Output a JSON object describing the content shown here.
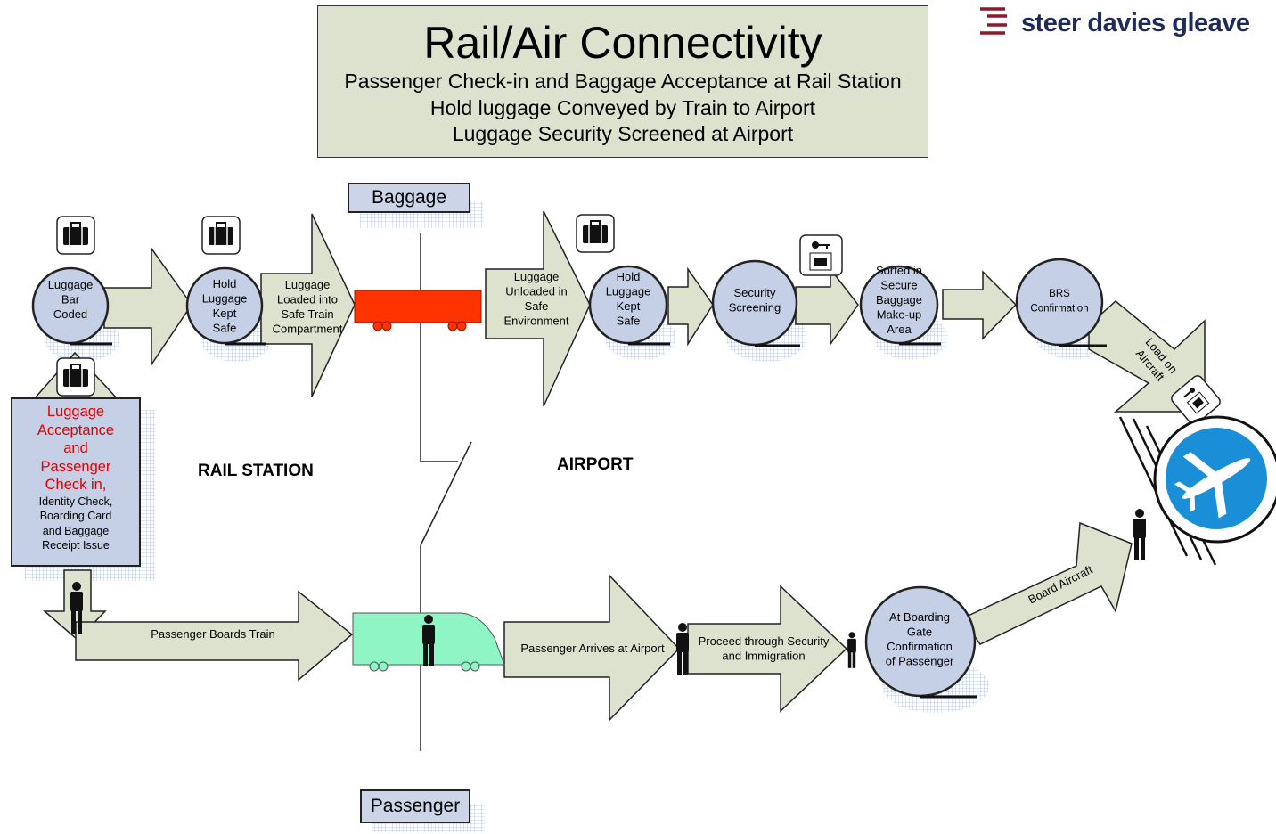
{
  "header": {
    "title": "Rail/Air Connectivity",
    "subtitle_lines": [
      "Passenger Check-in and Baggage Acceptance at Rail Station",
      "Hold luggage Conveyed by Train to Airport",
      "Luggage Security Screened at Airport"
    ]
  },
  "logo": {
    "text": "steer davies gleave",
    "color": "#8b1a2b"
  },
  "legend": {
    "baggage": "Baggage",
    "passenger": "Passenger"
  },
  "regions": {
    "rail_station": "RAIL STATION",
    "airport": "AIRPORT"
  },
  "checkin": {
    "red_lines": [
      "Luggage",
      "Acceptance",
      "and",
      "Passenger",
      "Check in,"
    ],
    "black_lines": [
      "Identity Check,",
      "Boarding Card",
      "and Baggage",
      "Receipt Issue"
    ]
  },
  "baggage_nodes": [
    {
      "lines": [
        "Luggage",
        "Bar",
        "Coded"
      ]
    },
    {
      "lines": [
        "Hold",
        "Luggage",
        "Kept",
        "Safe"
      ]
    },
    {
      "lines": [
        "Hold",
        "Luggage",
        "Kept",
        "Safe"
      ]
    },
    {
      "lines": [
        "Security",
        "Screening"
      ]
    },
    {
      "lines": [
        "Sorted in",
        "Secure",
        "Baggage",
        "Make-up",
        "Area"
      ]
    },
    {
      "lines": [
        "BRS",
        "Confirmation"
      ]
    }
  ],
  "baggage_arrows": [
    {
      "lines": [
        "Luggage",
        "Loaded into",
        "Safe Train",
        "Compartment"
      ]
    },
    {
      "lines": [
        "Luggage",
        "Unloaded in",
        "Safe",
        "Environment"
      ]
    },
    {
      "lines": [
        "Load on",
        "Aircraft"
      ]
    }
  ],
  "passenger_node": {
    "lines": [
      "At Boarding",
      "Gate",
      "Confirmation",
      "of Passenger"
    ]
  },
  "passenger_arrows": [
    {
      "lines": [
        "Passenger Boards Train"
      ]
    },
    {
      "lines": [
        "Passenger Arrives at Airport"
      ]
    },
    {
      "lines": [
        "Proceed through Security",
        "and Immigration"
      ]
    },
    {
      "lines": [
        "Board Aircraft"
      ]
    }
  ],
  "colors": {
    "arrow_fill": "#dde2cf",
    "node_fill": "#c5cfe6",
    "freight_train": "#ff3300",
    "passenger_train": "#8ff5c5",
    "airport_icon": "#1a8fd8",
    "checkin_text": "#e00000"
  },
  "icons": [
    "suitcase-icon",
    "key-tag-icon",
    "person-icon",
    "airplane-icon",
    "freight-train-icon",
    "passenger-train-icon"
  ]
}
